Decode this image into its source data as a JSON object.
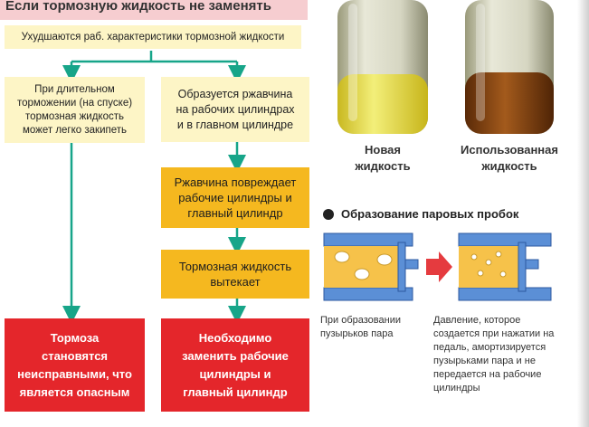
{
  "header": {
    "title": "Если тормозную жидкость не заменять"
  },
  "flow": {
    "top_box": "Ухудшаются раб. характеристики тормозной жидкости",
    "left_box": "При длительном\nторможении (на спуске)\nтормозная жидкость\nможет легко закипеть",
    "mid_box1": "Образуется ржавчина\nна рабочих цилиндрах\nи в главном цилиндре",
    "mid_box2": "Ржавчина повреждает\nрабочие цилиндры и\nглавный цилиндр",
    "mid_box3": "Тормозная жидкость\nвытекает",
    "result_left": "Тормоза\nстановятся\nнеисправными, что\nявляется опасным",
    "result_right": "Необходимо\nзаменить рабочие\nцилиндры и\nглавный цилиндр"
  },
  "fluids": {
    "new_label": "Новая\nжидкость",
    "used_label": "Использованная\nжидкость"
  },
  "vapor": {
    "heading": "Образование паровых пробок",
    "caption_left": "При образовании\nпузырьков пара",
    "caption_right": "Давление, которое\nсоздается при нажатии на\nпедаль, амортизируется\nпузырьками пара и не\nпередается на рабочие\nцилиндры"
  },
  "colors": {
    "header_bg": "#f6cdd0",
    "light_box": "#fdf5c6",
    "orange_box": "#f5b81f",
    "red_box": "#e4262b",
    "arrow_green": "#17a589",
    "cylinder_blue": "#5b8fd6",
    "arrow_red": "#e53b3f"
  }
}
